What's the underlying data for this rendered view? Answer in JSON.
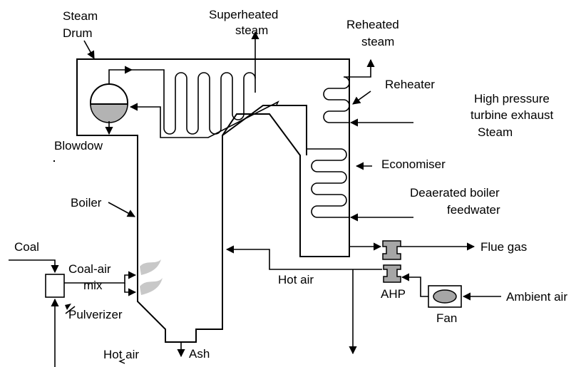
{
  "labels": {
    "steam_drum_1": "Steam",
    "steam_drum_2": "Drum",
    "superheated_1": "Superheated",
    "superheated_2": "steam",
    "reheated_1": "Reheated",
    "reheated_2": "steam",
    "reheater": "Reheater",
    "hp_exhaust_1": "High pressure",
    "hp_exhaust_2": "turbine exhaust",
    "hp_exhaust_3": "Steam",
    "blowdown": "Blowdow",
    "economiser": "Economiser",
    "boiler": "Boiler",
    "feedwater_1": "Deaerated boiler",
    "feedwater_2": "feedwater",
    "coal": "Coal",
    "coal_air_1": "Coal-air",
    "coal_air_2": "mix",
    "pulverizer": "Pulverizer",
    "hot_air_mid": "Hot air",
    "hot_air_bottom": "Hot air",
    "ash": "Ash",
    "flue_gas": "Flue gas",
    "ahp": "AHP",
    "fan": "Fan",
    "ambient_air": "Ambient air"
  },
  "colors": {
    "line": "#000000",
    "component_fill": "#a6a6a6",
    "drum_water": "#b3b3b3",
    "flame": "#c8c8c8"
  }
}
